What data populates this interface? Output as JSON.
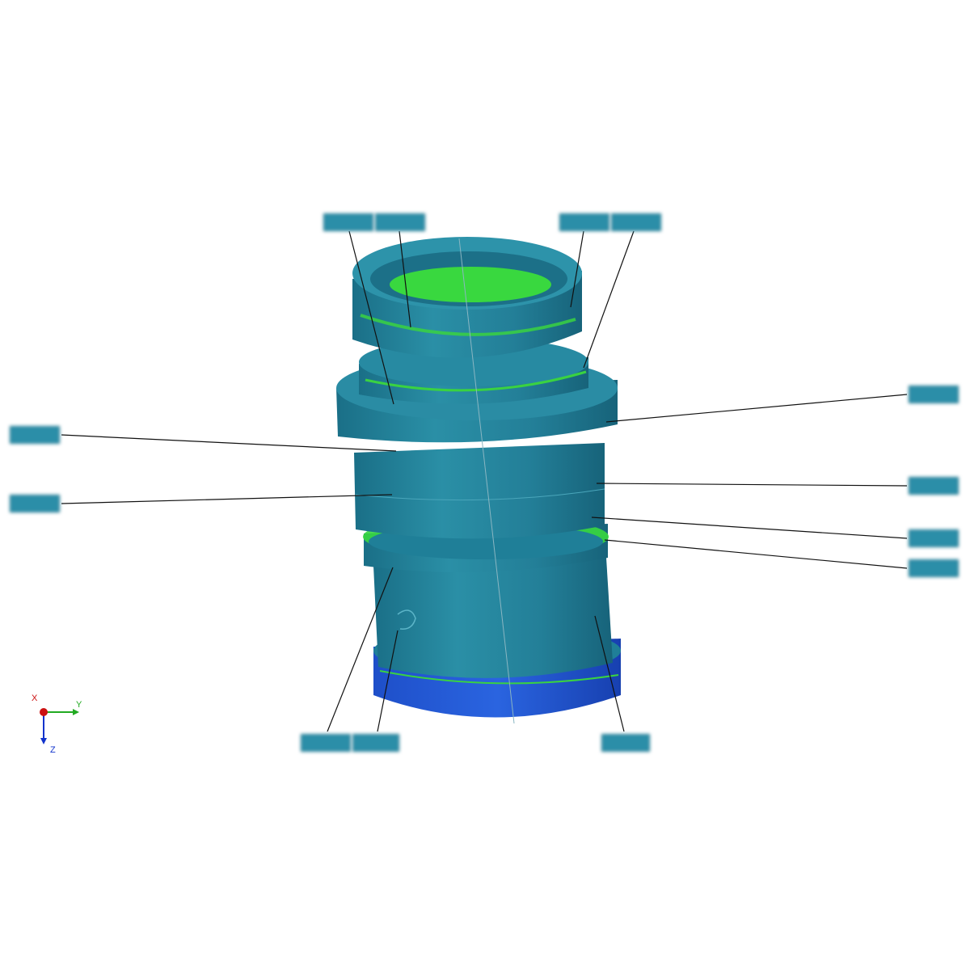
{
  "viewport": {
    "background": "#ffffff",
    "model_colors": {
      "base": "#1f7f98",
      "shadow": "#17657c",
      "highlight": "#39d83f",
      "bottom": "#1a4fd8"
    }
  },
  "labels": [
    {
      "id": "top-left-a",
      "text": ""
    },
    {
      "id": "top-left-b",
      "text": ""
    },
    {
      "id": "top-right-a",
      "text": ""
    },
    {
      "id": "top-right-b",
      "text": ""
    },
    {
      "id": "left-1",
      "text": ""
    },
    {
      "id": "left-2",
      "text": ""
    },
    {
      "id": "right-1",
      "text": ""
    },
    {
      "id": "right-2",
      "text": ""
    },
    {
      "id": "right-3",
      "text": ""
    },
    {
      "id": "right-4",
      "text": ""
    },
    {
      "id": "bottom-left-a",
      "text": ""
    },
    {
      "id": "bottom-left-b",
      "text": ""
    },
    {
      "id": "bottom-right",
      "text": ""
    }
  ],
  "axis_triad": {
    "x_label": "X",
    "y_label": "Y",
    "z_label": "Z",
    "x_color": "#cc1111",
    "y_color": "#22aa22",
    "z_color": "#1133cc"
  }
}
